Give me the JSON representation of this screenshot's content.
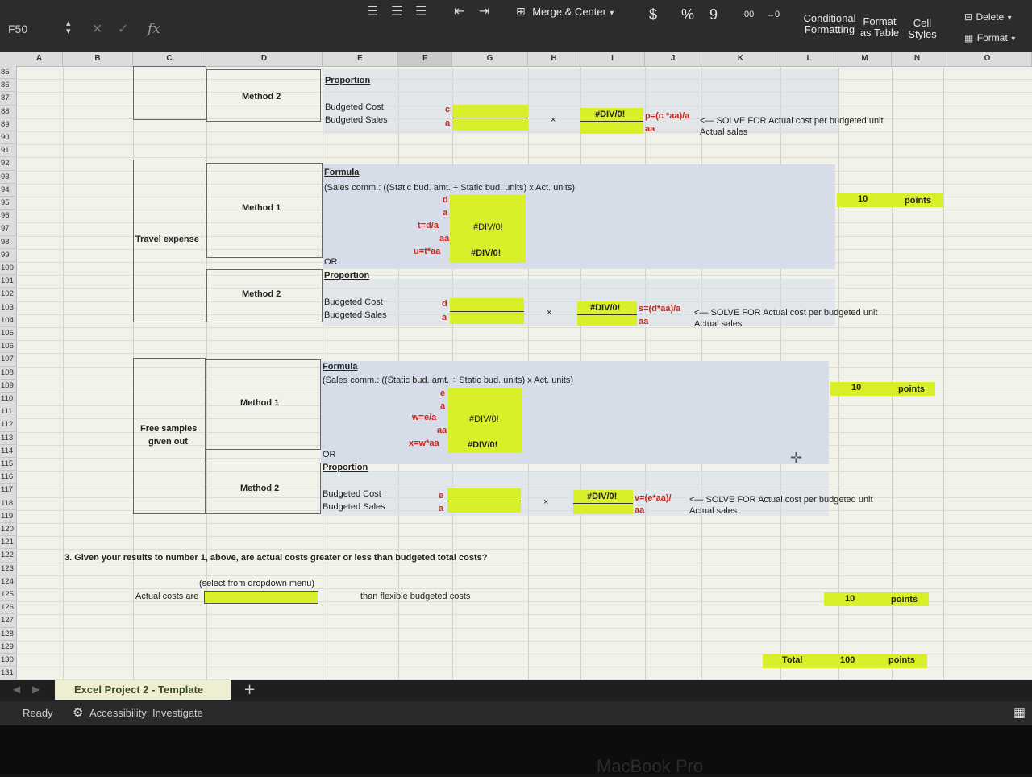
{
  "ribbon": {
    "merge_center": "Merge & Center",
    "conditional_formatting_1": "Conditional",
    "conditional_formatting_2": "Formatting",
    "format_table_1": "Format",
    "format_table_2": "as Table",
    "cell_styles_1": "Cell",
    "cell_styles_2": "Styles",
    "delete": "Delete",
    "format": "Format",
    "currency": "$",
    "percent": "%",
    "comma": "9",
    "inc_decimal": ".00",
    "dec_decimal": "→0"
  },
  "formula_bar": {
    "name_box": "F50",
    "fx": "fx",
    "content": ""
  },
  "columns": [
    "A",
    "B",
    "C",
    "D",
    "E",
    "F",
    "G",
    "H",
    "I",
    "J",
    "K",
    "L",
    "M",
    "N",
    "O"
  ],
  "rows": [
    "85",
    "86",
    "87",
    "88",
    "89",
    "90",
    "91",
    "92",
    "93",
    "94",
    "95",
    "96",
    "97",
    "98",
    "99",
    "100",
    "101",
    "102",
    "103",
    "104",
    "105",
    "106",
    "107",
    "108",
    "109",
    "110",
    "111",
    "112",
    "113",
    "114",
    "115",
    "116",
    "117",
    "118",
    "119",
    "120",
    "121",
    "122",
    "123",
    "124",
    "125",
    "126",
    "127",
    "128",
    "129",
    "130",
    "131"
  ],
  "sheet": {
    "block1": {
      "method2": "Method 2",
      "proportion": "Proportion",
      "budgeted_cost": "Budgeted Cost",
      "budgeted_sales": "Budgeted Sales",
      "var_num": "c",
      "var_den": "a",
      "times": "×",
      "result": "#DIV/0!",
      "equation": "p=(c *aa)/a",
      "equation_den": "aa",
      "solve_note": "<— SOLVE FOR Actual cost per budgeted unit",
      "actual_sales": "Actual sales"
    },
    "travel": {
      "label": "Travel expense",
      "method1": "Method 1",
      "method2": "Method 2",
      "formula": "Formula",
      "formula_desc": "(Sales comm.: ((Static bud. amt. ÷ Static bud. units) x Act. units)",
      "d": "d",
      "a": "a",
      "t_eq": "t=d/a",
      "aa": "aa",
      "u_eq": "u=t*aa",
      "div1": "#DIV/0!",
      "div2": "#DIV/0!",
      "or": "OR",
      "proportion": "Proportion",
      "budgeted_cost": "Budgeted Cost",
      "budgeted_sales": "Budgeted Sales",
      "pd": "d",
      "pa": "a",
      "times": "×",
      "result": "#DIV/0!",
      "equation": "s=(d*aa)/a",
      "equation_den": "aa",
      "solve_note": "<— SOLVE FOR Actual cost per budgeted unit",
      "actual_sales": "Actual sales",
      "points_value": "10",
      "points_label": "points"
    },
    "samples": {
      "label1": "Free samples",
      "label2": "given out",
      "method1": "Method 1",
      "method2": "Method 2",
      "formula": "Formula",
      "formula_desc": "(Sales comm.: ((Static bud. amt. ÷ Static bud. units) x Act. units)",
      "e": "e",
      "a": "a",
      "w_eq": "w=e/a",
      "aa": "aa",
      "x_eq": "x=w*aa",
      "div1": "#DIV/0!",
      "div2": "#DIV/0!",
      "or": "OR",
      "proportion": "Proportion",
      "budgeted_cost": "Budgeted Cost",
      "budgeted_sales": "Budgeted Sales",
      "pe": "e",
      "pa": "a",
      "times": "×",
      "result": "#DIV/0!",
      "equation": "v=(e*aa)/",
      "equation_den": "aa",
      "solve_note": "<— SOLVE FOR Actual cost per budgeted unit",
      "actual_sales": "Actual sales",
      "points_value": "10",
      "points_label": "points"
    },
    "q3": {
      "question": "3. Given your results to number 1, above, are actual costs greater or less than budgeted total costs?",
      "hint": "(select from dropdown menu)",
      "actual_costs_are": "Actual costs are",
      "than_text": "than flexible budgeted costs",
      "points_value": "10",
      "points_label": "points"
    },
    "total": {
      "label": "Total",
      "value": "100",
      "points_label": "points"
    }
  },
  "tabs": {
    "sheet_name": "Excel Project 2 - Template",
    "add": "+"
  },
  "status": {
    "ready": "Ready",
    "accessibility": "Accessibility: Investigate"
  },
  "footer": {
    "macbook": "MacBook Pro"
  },
  "colors": {
    "yellow": "#d8ef2a",
    "blue_fill": "#d6dde8",
    "error_red": "#c8281e"
  }
}
